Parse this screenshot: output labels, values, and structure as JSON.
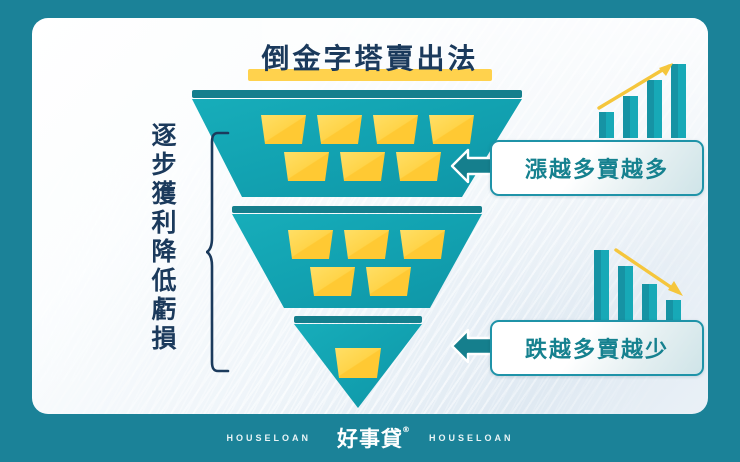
{
  "page": {
    "title_text": "倒金字塔賣出法",
    "border_color": "#1b8298",
    "card_bg": "#f2f7fb",
    "title_color": "#1b3a5c",
    "highlight_color": "#FFD24D",
    "teal": "#12a4b2",
    "teal_dark": "#16808f",
    "gold": "#FFD449"
  },
  "left_label": {
    "text": "逐步獲利降低虧損",
    "bracket_name": "curly-brace"
  },
  "funnel": {
    "name": "inverted-pyramid-funnel",
    "tiers": [
      {
        "id": "tier-top",
        "gold_rows": [
          4,
          3
        ],
        "label": "top-tier"
      },
      {
        "id": "tier-middle",
        "gold_rows": [
          3,
          2
        ],
        "label": "middle-tier"
      },
      {
        "id": "tier-bottom",
        "gold_rows": [
          1
        ],
        "label": "bottom-tier"
      }
    ]
  },
  "callouts": [
    {
      "id": "callout-up",
      "text": "漲越多賣越多",
      "arrow": "left-arrow",
      "text_color": "#15818f"
    },
    {
      "id": "callout-dn",
      "text": "跌越多賣越少",
      "arrow": "left-arrow",
      "text_color": "#15818f"
    }
  ],
  "chart_data": [
    {
      "type": "bar",
      "id": "spark-up",
      "title": "",
      "categories": [
        "1",
        "2",
        "3",
        "4"
      ],
      "values": [
        28,
        52,
        78,
        100
      ],
      "ylim": [
        0,
        100
      ],
      "trend": "up",
      "trend_arrow_color": "#F5C63C",
      "bar_color": "#12a4b2",
      "grid": false
    },
    {
      "type": "bar",
      "id": "spark-dn",
      "title": "",
      "categories": [
        "1",
        "2",
        "3",
        "4"
      ],
      "values": [
        100,
        76,
        52,
        28
      ],
      "ylim": [
        0,
        100
      ],
      "trend": "down",
      "trend_arrow_color": "#F5C63C",
      "bar_color": "#12a4b2",
      "grid": false
    }
  ],
  "footer": {
    "left_en": "HOUSELOAN",
    "brand_cn": "好事貸",
    "brand_mark": "®",
    "right_en": "HOUSELOAN"
  }
}
